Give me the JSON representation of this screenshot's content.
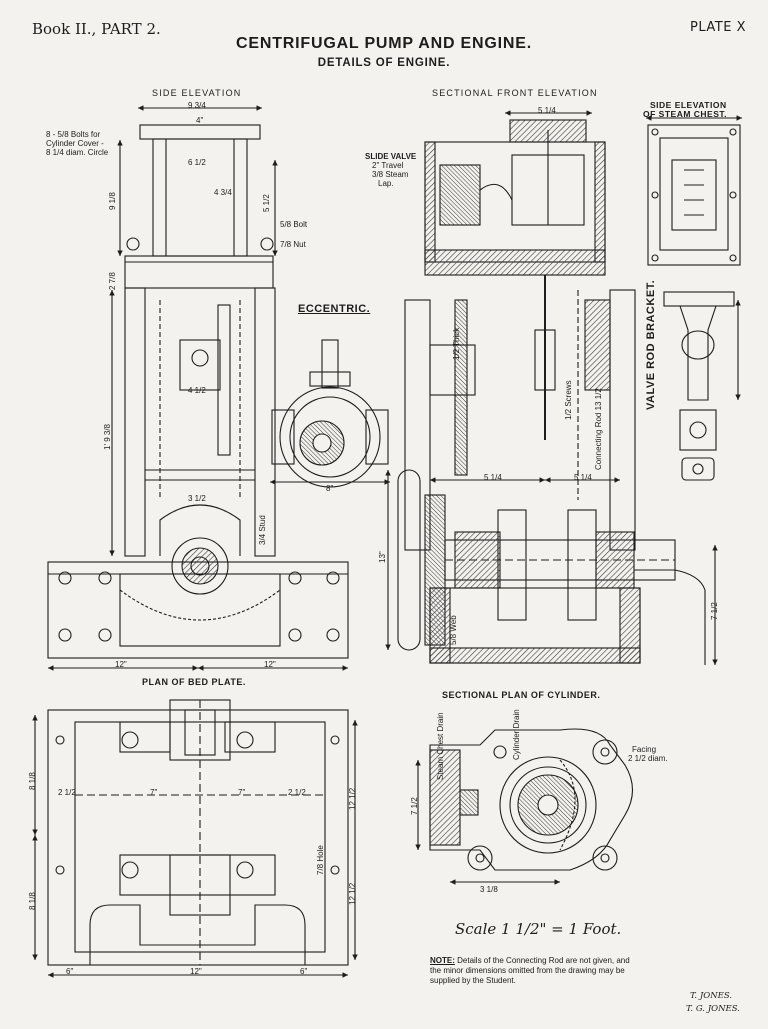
{
  "header": {
    "book": "Book II., PART 2.",
    "plate": "PLATE X",
    "title": "CENTRIFUGAL PUMP AND ENGINE.",
    "subtitle": "DETAILS OF ENGINE."
  },
  "views": {
    "side_elevation": "SIDE ELEVATION",
    "sectional_front_elevation": "SECTIONAL FRONT ELEVATION",
    "steam_chest_line1": "SIDE ELEVATION",
    "steam_chest_line2": "OF STEAM CHEST.",
    "eccentric": "ECCENTRIC.",
    "valve_rod_bracket": "VALVE ROD BRACKET.",
    "plan_of_bed_plate": "PLAN OF BED PLATE.",
    "sectional_plan_of_cylinder": "SECTIONAL PLAN OF CYLINDER."
  },
  "annotations": {
    "bolts_line1": "8 - 5/8 Bolts for",
    "bolts_line2": "Cylinder Cover -",
    "bolts_line3": "8 1/4 diam. Circle",
    "slide_valve_line1": "SLIDE VALVE",
    "slide_valve_line2": "2\" Travel",
    "slide_valve_line3": "3/8 Steam",
    "slide_valve_line4": "Lap.",
    "connecting_rod": "Connecting Rod 13 1/2",
    "facing_line1": "Facing",
    "facing_line2": "2 1/2 diam.",
    "stud": "3/4 Stud",
    "bolt_58": "5/8 Bolt",
    "nut_78": "7/8 Nut",
    "hole_78": "7/8 Hole",
    "web": "5/8 Web",
    "steam_chest_drain": "Steam Chest Drain",
    "cylinder_drain": "Cylinder Drain",
    "thick": "1/2 Thick",
    "screws": "1/2 Screws"
  },
  "dimensions": {
    "d_9_3_4": "9 3/4",
    "d_4": "4\"",
    "d_6_1_2": "6 1/2",
    "d_4_3_4": "4 3/4",
    "d_5_1_2": "5 1/2",
    "d_9_1_8": "9 1/8",
    "d_2_7_8": "2 7/8",
    "d_1_9_8": "1' 9 3/8",
    "d_4_1_2": "4 1/2",
    "d_3_1_2": "3 1/2",
    "d_12": "12\"",
    "d_8": "8\"",
    "d_6": "6\"",
    "d_7": "7\"",
    "d_2_1_2": "2 1/2",
    "d_5_1_4": "5 1/4",
    "d_13": "13\"",
    "d_8_1_8": "8 1/8",
    "d_12_1_2": "12 1/2",
    "d_7_1_2": "7 1/2",
    "d_3_1_8": "3 1/8"
  },
  "footer": {
    "scale": "Scale 1 1/2\" = 1 Foot.",
    "note_lead": "NOTE:",
    "note_text": "Details of the Connecting Rod are not given, and the minor dimensions omitted from the drawing may be supplied by the Student.",
    "sig1": "T. JONES.",
    "sig2": "T. G. JONES."
  },
  "colors": {
    "paper": "#f3f2ee",
    "ink": "#1d1d1d",
    "hatch": "#4a4a4a"
  }
}
